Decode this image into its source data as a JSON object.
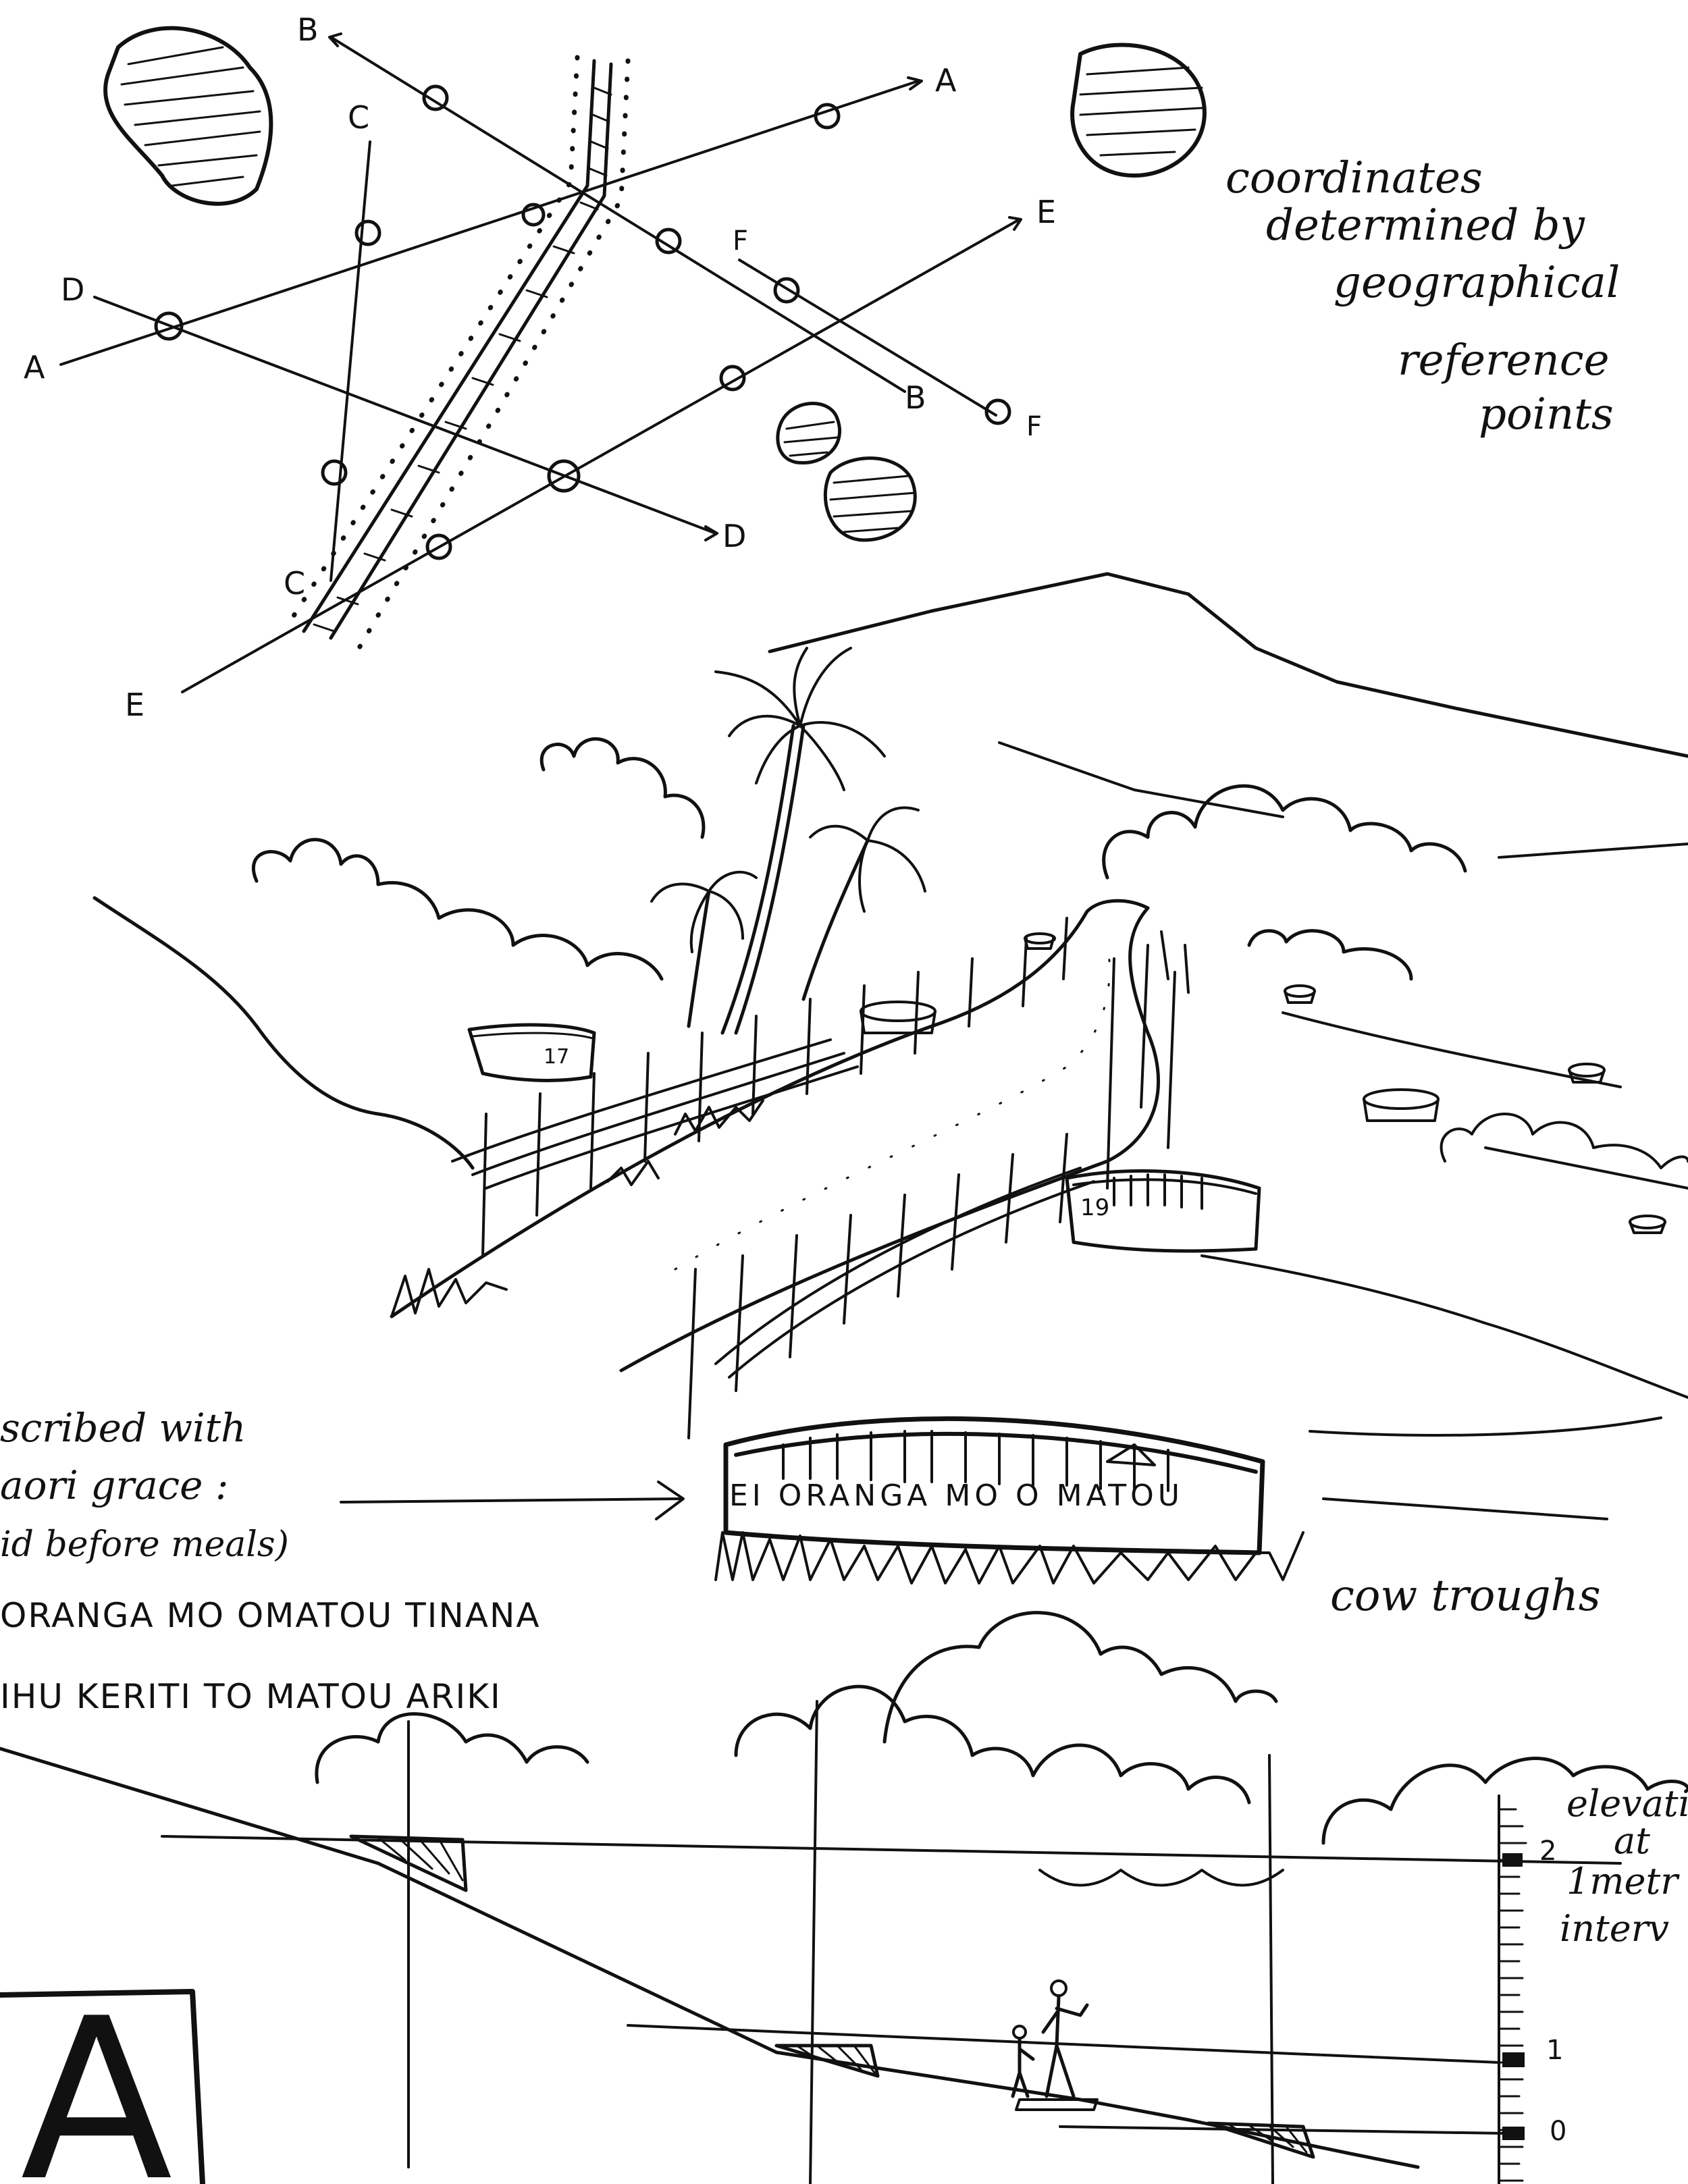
{
  "colors": {
    "ink": "#111111",
    "paper": "#ffffff"
  },
  "map": {
    "lines": [
      {
        "id": "A",
        "start_label": "A",
        "end_label": "A"
      },
      {
        "id": "B",
        "start_label": "B",
        "end_label": "B"
      },
      {
        "id": "C",
        "start_label": "C",
        "end_label": "C"
      },
      {
        "id": "D",
        "start_label": "D",
        "end_label": "D"
      },
      {
        "id": "E",
        "start_label": "E",
        "end_label": "E"
      },
      {
        "id": "F",
        "start_label": "F",
        "end_label": "F"
      }
    ],
    "note": [
      "coordinates",
      "determined by",
      "geographical",
      "reference",
      "points"
    ]
  },
  "landscape": {
    "trough_numbers": [
      "17",
      "19"
    ],
    "trough_inscription": "EI ORANGA MO O MATOU",
    "callout": [
      "scribed with",
      "aori grace :",
      "id before meals)"
    ],
    "grace": [
      "ORANGA MO OMATOU TINANA",
      "IHU KERITI TO MATOU ARIKI"
    ],
    "caption": "cow troughs"
  },
  "section": {
    "note": [
      "elevati",
      "at",
      "1metr",
      "interv"
    ],
    "scale_labels": [
      "2",
      "1",
      "0"
    ]
  },
  "corner_letter": "A"
}
